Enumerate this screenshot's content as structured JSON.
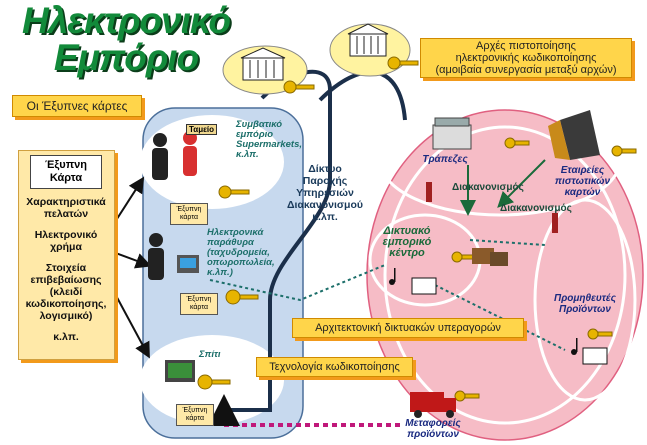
{
  "title": {
    "line1": "Ηλεκτρονικό",
    "line2": "Εμπόριο"
  },
  "smart_cards_label": "Οι Έξυπνες κάρτες",
  "certification_box": {
    "line1": "Αρχές πιστοποίησης",
    "line2": "ηλεκτρονικής κωδικοποίησης",
    "line3": "(αμοιβαία συνεργασία μεταξύ αρχών)"
  },
  "smart_card": {
    "heading_line1": "Έξυπνη",
    "heading_line2": "Κάρτα",
    "items": [
      "Χαρακτηριστικά πελατών",
      "Ηλεκτρονικό χρήμα",
      "Στοιχεία επιβεβαίωσης (κλειδί κωδικοποίησης, λογισμικό)",
      "κ.λπ."
    ]
  },
  "blue_panel": {
    "cashier_tag": "Ταμείο",
    "conventional_commerce": "Συμβατικό εμπόριο Supermarkets, κ.λπ.",
    "electronic_windows": "Ηλεκτρονικά παράθυρα (ταχυδρομεία, οπωροπωλεία, κ.λπ.)",
    "home": "Σπίτι",
    "mini_card": "Έξυπνη κάρτα"
  },
  "network_label": "Δίκτυο Παροχής Υπηρεσιών Διακανονισμού κ.λπ.",
  "pink_panel": {
    "banks": "Τράπεζες",
    "credit_card_companies": "Εταιρείες πιστωτικών καρτών",
    "clearing_1": "Διακανονισμός",
    "clearing_2": "Διακανονισμός",
    "e_commerce_center": "Δικτυακό εμπορικό κέντρο",
    "product_suppliers": "Προμηθευτές Προϊόντων",
    "product_transport": "Μεταφορείς προϊόντων"
  },
  "banner_architecture": "Αρχιτεκτονική δικτυακών υπεραγορών",
  "banner_encryption": "Τεχνολογία κωδικοποίησης",
  "colors": {
    "title_green": "#128a3a",
    "yellow_box": "#ffd54a",
    "blue_panel": "#c7d9ee",
    "pink_panel": "#f6bcc6",
    "key_gold": "#e7b400"
  }
}
